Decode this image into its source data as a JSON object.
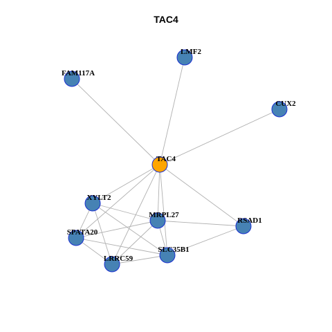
{
  "title": "TAC4",
  "colors": {
    "hub": "#FFA500",
    "node": "#4682B4",
    "node_border": "#1a2fd0",
    "edge": "#b0b0b0"
  },
  "nodes": [
    {
      "id": "TAC4",
      "label": "TAC4",
      "hub": true
    },
    {
      "id": "LMF2",
      "label": "LMF2"
    },
    {
      "id": "FAM117A",
      "label": "FAM117A"
    },
    {
      "id": "CUX2",
      "label": "CUX2"
    },
    {
      "id": "XYLT2",
      "label": "XYLT2"
    },
    {
      "id": "MRPL27",
      "label": "MRPL27"
    },
    {
      "id": "RSAD1",
      "label": "RSAD1"
    },
    {
      "id": "SPATA20",
      "label": "SPATA20"
    },
    {
      "id": "SLC35B1",
      "label": "SLC35B1"
    },
    {
      "id": "LRRC59",
      "label": "LRRC59"
    }
  ],
  "edges": [
    [
      "TAC4",
      "LMF2"
    ],
    [
      "TAC4",
      "FAM117A"
    ],
    [
      "TAC4",
      "CUX2"
    ],
    [
      "TAC4",
      "XYLT2"
    ],
    [
      "TAC4",
      "MRPL27"
    ],
    [
      "TAC4",
      "RSAD1"
    ],
    [
      "TAC4",
      "SPATA20"
    ],
    [
      "TAC4",
      "SLC35B1"
    ],
    [
      "TAC4",
      "LRRC59"
    ],
    [
      "XYLT2",
      "MRPL27"
    ],
    [
      "XYLT2",
      "SPATA20"
    ],
    [
      "XYLT2",
      "LRRC59"
    ],
    [
      "XYLT2",
      "SLC35B1"
    ],
    [
      "MRPL27",
      "SPATA20"
    ],
    [
      "MRPL27",
      "RSAD1"
    ],
    [
      "MRPL27",
      "SLC35B1"
    ],
    [
      "MRPL27",
      "LRRC59"
    ],
    [
      "SPATA20",
      "LRRC59"
    ],
    [
      "SPATA20",
      "SLC35B1"
    ],
    [
      "LRRC59",
      "SLC35B1"
    ],
    [
      "SLC35B1",
      "RSAD1"
    ]
  ]
}
